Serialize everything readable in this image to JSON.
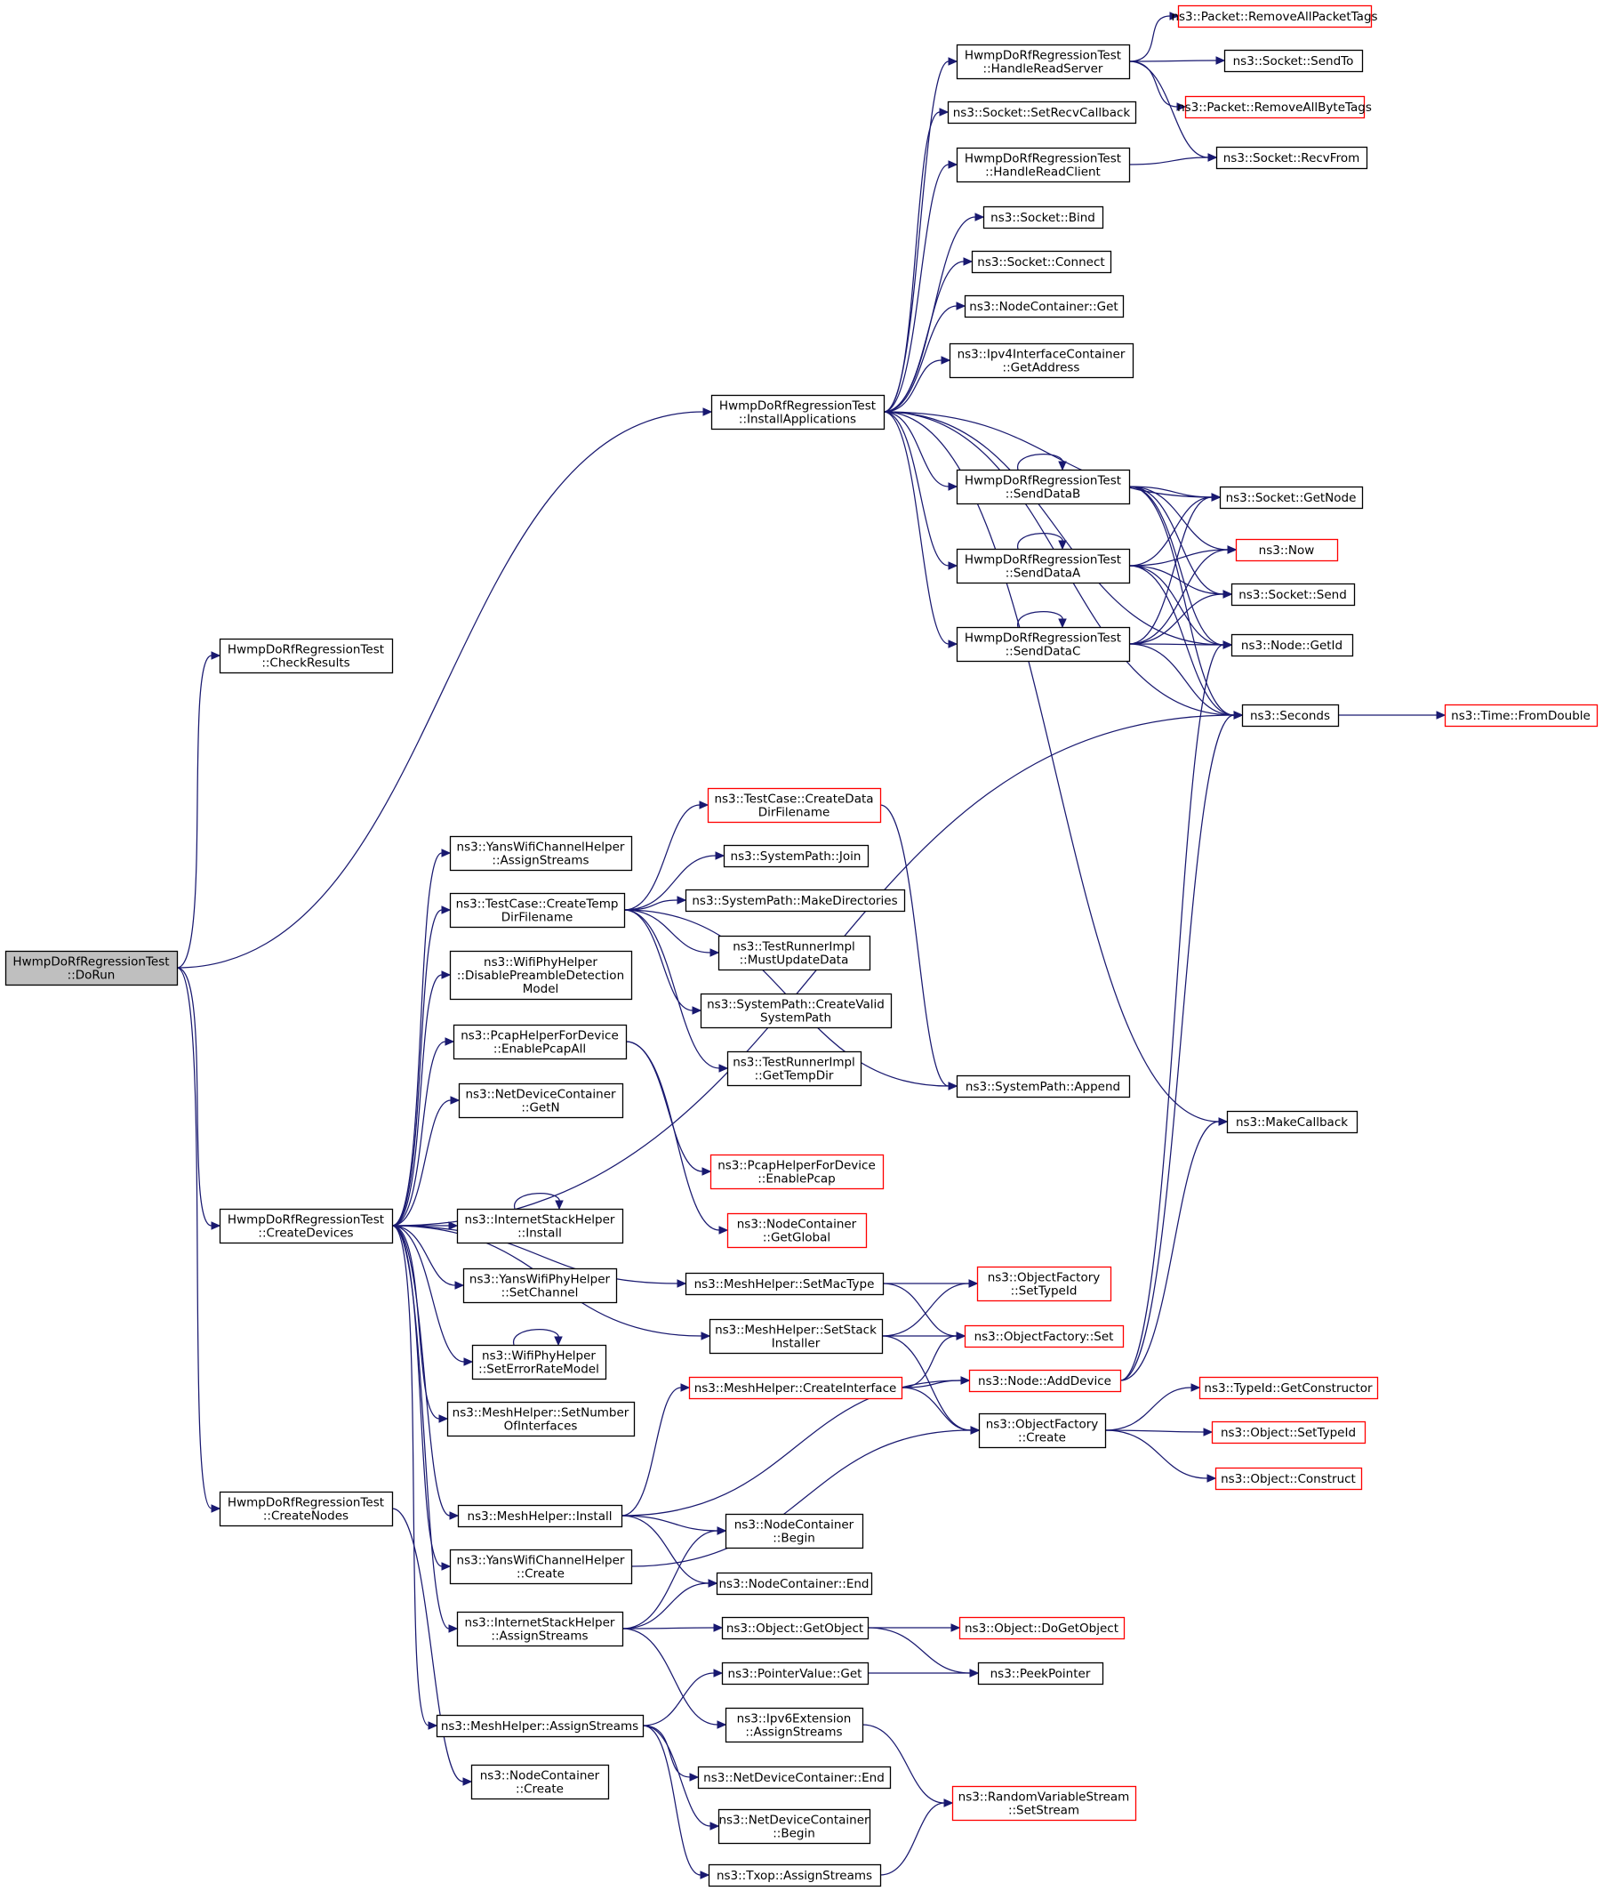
{
  "colors": {
    "edge": "#191970",
    "border_default": "#000000",
    "border_incomplete": "#ff0000",
    "root_fill": "#bfbfbf",
    "node_fill": "#ffffff"
  },
  "nodes": [
    {
      "id": "dorun",
      "lines": [
        "HwmpDoRfRegressionTest",
        "::DoRun"
      ],
      "style": "root"
    },
    {
      "id": "checkresults",
      "lines": [
        "HwmpDoRfRegressionTest",
        "::CheckResults"
      ],
      "style": "normal"
    },
    {
      "id": "createdevices",
      "lines": [
        "HwmpDoRfRegressionTest",
        "::CreateDevices"
      ],
      "style": "normal"
    },
    {
      "id": "createnodes",
      "lines": [
        "HwmpDoRfRegressionTest",
        "::CreateNodes"
      ],
      "style": "normal"
    },
    {
      "id": "installapps",
      "lines": [
        "HwmpDoRfRegressionTest",
        "::InstallApplications"
      ],
      "style": "normal"
    },
    {
      "id": "handlereadserver",
      "lines": [
        "HwmpDoRfRegressionTest",
        "::HandleReadServer"
      ],
      "style": "normal"
    },
    {
      "id": "removeallpackettags",
      "lines": [
        "ns3::Packet::RemoveAllPacketTags"
      ],
      "style": "red"
    },
    {
      "id": "sendto",
      "lines": [
        "ns3::Socket::SendTo"
      ],
      "style": "normal"
    },
    {
      "id": "removeallbytetags",
      "lines": [
        "ns3::Packet::RemoveAllByteTags"
      ],
      "style": "red"
    },
    {
      "id": "setrecvcallback",
      "lines": [
        "ns3::Socket::SetRecvCallback"
      ],
      "style": "normal"
    },
    {
      "id": "handlereadclient",
      "lines": [
        "HwmpDoRfRegressionTest",
        "::HandleReadClient"
      ],
      "style": "normal"
    },
    {
      "id": "recvfrom",
      "lines": [
        "ns3::Socket::RecvFrom"
      ],
      "style": "normal"
    },
    {
      "id": "bind",
      "lines": [
        "ns3::Socket::Bind"
      ],
      "style": "normal"
    },
    {
      "id": "connect",
      "lines": [
        "ns3::Socket::Connect"
      ],
      "style": "normal"
    },
    {
      "id": "ncget",
      "lines": [
        "ns3::NodeContainer::Get"
      ],
      "style": "normal"
    },
    {
      "id": "getaddress",
      "lines": [
        "ns3::Ipv4InterfaceContainer",
        "::GetAddress"
      ],
      "style": "normal"
    },
    {
      "id": "senddatab",
      "lines": [
        "HwmpDoRfRegressionTest",
        "::SendDataB"
      ],
      "style": "normal"
    },
    {
      "id": "senddataa",
      "lines": [
        "HwmpDoRfRegressionTest",
        "::SendDataA"
      ],
      "style": "normal"
    },
    {
      "id": "senddatac",
      "lines": [
        "HwmpDoRfRegressionTest",
        "::SendDataC"
      ],
      "style": "normal"
    },
    {
      "id": "getnode",
      "lines": [
        "ns3::Socket::GetNode"
      ],
      "style": "normal"
    },
    {
      "id": "now",
      "lines": [
        "ns3::Now"
      ],
      "style": "red"
    },
    {
      "id": "socketsend",
      "lines": [
        "ns3::Socket::Send"
      ],
      "style": "normal"
    },
    {
      "id": "nodegetid",
      "lines": [
        "ns3::Node::GetId"
      ],
      "style": "normal"
    },
    {
      "id": "seconds",
      "lines": [
        "ns3::Seconds"
      ],
      "style": "normal"
    },
    {
      "id": "fromdouble",
      "lines": [
        "ns3::Time::FromDouble"
      ],
      "style": "red"
    },
    {
      "id": "makecallback",
      "lines": [
        "ns3::MakeCallback"
      ],
      "style": "normal"
    },
    {
      "id": "yanschanassign",
      "lines": [
        "ns3::YansWifiChannelHelper",
        "::AssignStreams"
      ],
      "style": "normal"
    },
    {
      "id": "createtempdir",
      "lines": [
        "ns3::TestCase::CreateTemp",
        "DirFilename"
      ],
      "style": "normal"
    },
    {
      "id": "createdatadir",
      "lines": [
        "ns3::TestCase::CreateData",
        "DirFilename"
      ],
      "style": "red"
    },
    {
      "id": "join",
      "lines": [
        "ns3::SystemPath::Join"
      ],
      "style": "normal"
    },
    {
      "id": "makedirs",
      "lines": [
        "ns3::SystemPath::MakeDirectories"
      ],
      "style": "normal"
    },
    {
      "id": "mustupdate",
      "lines": [
        "ns3::TestRunnerImpl",
        "::MustUpdateData"
      ],
      "style": "normal"
    },
    {
      "id": "createvalid",
      "lines": [
        "ns3::SystemPath::CreateValid",
        "SystemPath"
      ],
      "style": "normal"
    },
    {
      "id": "gettempdir",
      "lines": [
        "ns3::TestRunnerImpl",
        "::GetTempDir"
      ],
      "style": "normal"
    },
    {
      "id": "append",
      "lines": [
        "ns3::SystemPath::Append"
      ],
      "style": "normal"
    },
    {
      "id": "disablepreamble",
      "lines": [
        "ns3::WifiPhyHelper",
        "::DisablePreambleDetection",
        "Model"
      ],
      "style": "normal"
    },
    {
      "id": "enablepcapall",
      "lines": [
        "ns3::PcapHelperForDevice",
        "::EnablePcapAll"
      ],
      "style": "normal"
    },
    {
      "id": "enablepcap",
      "lines": [
        "ns3::PcapHelperForDevice",
        "::EnablePcap"
      ],
      "style": "red"
    },
    {
      "id": "getglobal",
      "lines": [
        "ns3::NodeContainer",
        "::GetGlobal"
      ],
      "style": "red"
    },
    {
      "id": "getn",
      "lines": [
        "ns3::NetDeviceContainer",
        "::GetN"
      ],
      "style": "normal"
    },
    {
      "id": "inetinstall",
      "lines": [
        "ns3::InternetStackHelper",
        "::Install"
      ],
      "style": "normal"
    },
    {
      "id": "setchannel",
      "lines": [
        "ns3::YansWifiPhyHelper",
        "::SetChannel"
      ],
      "style": "normal"
    },
    {
      "id": "seterrorrate",
      "lines": [
        "ns3::WifiPhyHelper",
        "::SetErrorRateModel"
      ],
      "style": "normal"
    },
    {
      "id": "setnumif",
      "lines": [
        "ns3::MeshHelper::SetNumber",
        "OfInterfaces"
      ],
      "style": "normal"
    },
    {
      "id": "meshinstall",
      "lines": [
        "ns3::MeshHelper::Install"
      ],
      "style": "normal"
    },
    {
      "id": "yanschancreate",
      "lines": [
        "ns3::YansWifiChannelHelper",
        "::Create"
      ],
      "style": "normal"
    },
    {
      "id": "inetassign",
      "lines": [
        "ns3::InternetStackHelper",
        "::AssignStreams"
      ],
      "style": "normal"
    },
    {
      "id": "meshassign",
      "lines": [
        "ns3::MeshHelper::AssignStreams"
      ],
      "style": "normal"
    },
    {
      "id": "nccreate",
      "lines": [
        "ns3::NodeContainer",
        "::Create"
      ],
      "style": "normal"
    },
    {
      "id": "setmactype",
      "lines": [
        "ns3::MeshHelper::SetMacType"
      ],
      "style": "normal"
    },
    {
      "id": "setstackinstaller",
      "lines": [
        "ns3::MeshHelper::SetStack",
        "Installer"
      ],
      "style": "normal"
    },
    {
      "id": "createinterface",
      "lines": [
        "ns3::MeshHelper::CreateInterface"
      ],
      "style": "red"
    },
    {
      "id": "settypeid",
      "lines": [
        "ns3::ObjectFactory",
        "::SetTypeId"
      ],
      "style": "red"
    },
    {
      "id": "ofset",
      "lines": [
        "ns3::ObjectFactory::Set"
      ],
      "style": "red"
    },
    {
      "id": "adddevice",
      "lines": [
        "ns3::Node::AddDevice"
      ],
      "style": "red"
    },
    {
      "id": "ofcreate",
      "lines": [
        "ns3::ObjectFactory",
        "::Create"
      ],
      "style": "normal"
    },
    {
      "id": "getconstructor",
      "lines": [
        "ns3::TypeId::GetConstructor"
      ],
      "style": "red"
    },
    {
      "id": "objsettypeid",
      "lines": [
        "ns3::Object::SetTypeId"
      ],
      "style": "red"
    },
    {
      "id": "objconstruct",
      "lines": [
        "ns3::Object::Construct"
      ],
      "style": "red"
    },
    {
      "id": "ncbegin",
      "lines": [
        "ns3::NodeContainer",
        "::Begin"
      ],
      "style": "normal"
    },
    {
      "id": "ncend",
      "lines": [
        "ns3::NodeContainer::End"
      ],
      "style": "normal"
    },
    {
      "id": "getobject",
      "lines": [
        "ns3::Object::GetObject"
      ],
      "style": "normal"
    },
    {
      "id": "dogetobject",
      "lines": [
        "ns3::Object::DoGetObject"
      ],
      "style": "red"
    },
    {
      "id": "pointerget",
      "lines": [
        "ns3::PointerValue::Get"
      ],
      "style": "normal"
    },
    {
      "id": "peekpointer",
      "lines": [
        "ns3::PeekPointer"
      ],
      "style": "normal"
    },
    {
      "id": "ipv6ext",
      "lines": [
        "ns3::Ipv6Extension",
        "::AssignStreams"
      ],
      "style": "normal"
    },
    {
      "id": "rvsetstream",
      "lines": [
        "ns3::RandomVariableStream",
        "::SetStream"
      ],
      "style": "red"
    },
    {
      "id": "ndcend",
      "lines": [
        "ns3::NetDeviceContainer::End"
      ],
      "style": "normal"
    },
    {
      "id": "ndcbegin",
      "lines": [
        "ns3::NetDeviceContainer",
        "::Begin"
      ],
      "style": "normal"
    },
    {
      "id": "txopassign",
      "lines": [
        "ns3::Txop::AssignStreams"
      ],
      "style": "normal"
    }
  ],
  "edges": [
    [
      "dorun",
      "checkresults"
    ],
    [
      "dorun",
      "createdevices"
    ],
    [
      "dorun",
      "createnodes"
    ],
    [
      "dorun",
      "installapps"
    ],
    [
      "installapps",
      "handlereadserver"
    ],
    [
      "installapps",
      "setrecvcallback"
    ],
    [
      "installapps",
      "handlereadclient"
    ],
    [
      "installapps",
      "bind"
    ],
    [
      "installapps",
      "connect"
    ],
    [
      "installapps",
      "ncget"
    ],
    [
      "installapps",
      "getaddress"
    ],
    [
      "installapps",
      "senddatab"
    ],
    [
      "installapps",
      "senddataa"
    ],
    [
      "installapps",
      "senddatac"
    ],
    [
      "installapps",
      "getnode"
    ],
    [
      "installapps",
      "nodegetid"
    ],
    [
      "installapps",
      "seconds"
    ],
    [
      "installapps",
      "makecallback"
    ],
    [
      "handlereadserver",
      "removeallpackettags"
    ],
    [
      "handlereadserver",
      "sendto"
    ],
    [
      "handlereadserver",
      "removeallbytetags"
    ],
    [
      "handlereadserver",
      "recvfrom"
    ],
    [
      "handlereadclient",
      "recvfrom"
    ],
    [
      "senddatab",
      "senddatab"
    ],
    [
      "senddatab",
      "getnode"
    ],
    [
      "senddatab",
      "now"
    ],
    [
      "senddatab",
      "socketsend"
    ],
    [
      "senddatab",
      "nodegetid"
    ],
    [
      "senddatab",
      "seconds"
    ],
    [
      "senddataa",
      "senddataa"
    ],
    [
      "senddataa",
      "getnode"
    ],
    [
      "senddataa",
      "now"
    ],
    [
      "senddataa",
      "socketsend"
    ],
    [
      "senddataa",
      "nodegetid"
    ],
    [
      "senddataa",
      "seconds"
    ],
    [
      "senddatac",
      "senddatac"
    ],
    [
      "senddatac",
      "getnode"
    ],
    [
      "senddatac",
      "now"
    ],
    [
      "senddatac",
      "socketsend"
    ],
    [
      "senddatac",
      "nodegetid"
    ],
    [
      "senddatac",
      "seconds"
    ],
    [
      "seconds",
      "fromdouble"
    ],
    [
      "createdevices",
      "seconds"
    ],
    [
      "createdevices",
      "yanschanassign"
    ],
    [
      "createdevices",
      "createtempdir"
    ],
    [
      "createdevices",
      "disablepreamble"
    ],
    [
      "createdevices",
      "enablepcapall"
    ],
    [
      "createdevices",
      "getn"
    ],
    [
      "createdevices",
      "inetinstall"
    ],
    [
      "createdevices",
      "setchannel"
    ],
    [
      "createdevices",
      "seterrorrate"
    ],
    [
      "createdevices",
      "setnumif"
    ],
    [
      "createdevices",
      "meshinstall"
    ],
    [
      "createdevices",
      "yanschancreate"
    ],
    [
      "createdevices",
      "inetassign"
    ],
    [
      "createdevices",
      "meshassign"
    ],
    [
      "createdevices",
      "setmactype"
    ],
    [
      "createdevices",
      "setstackinstaller"
    ],
    [
      "createtempdir",
      "createdatadir"
    ],
    [
      "createtempdir",
      "join"
    ],
    [
      "createtempdir",
      "makedirs"
    ],
    [
      "createtempdir",
      "mustupdate"
    ],
    [
      "createtempdir",
      "createvalid"
    ],
    [
      "createtempdir",
      "gettempdir"
    ],
    [
      "createtempdir",
      "append"
    ],
    [
      "createdatadir",
      "append"
    ],
    [
      "enablepcapall",
      "enablepcap"
    ],
    [
      "enablepcapall",
      "getglobal"
    ],
    [
      "inetinstall",
      "inetinstall"
    ],
    [
      "seterrorrate",
      "seterrorrate"
    ],
    [
      "setmactype",
      "settypeid"
    ],
    [
      "setmactype",
      "ofset"
    ],
    [
      "setstackinstaller",
      "settypeid"
    ],
    [
      "setstackinstaller",
      "ofset"
    ],
    [
      "setstackinstaller",
      "ofcreate"
    ],
    [
      "createinterface",
      "ofset"
    ],
    [
      "createinterface",
      "adddevice"
    ],
    [
      "createinterface",
      "ofcreate"
    ],
    [
      "adddevice",
      "nodegetid"
    ],
    [
      "adddevice",
      "seconds"
    ],
    [
      "adddevice",
      "makecallback"
    ],
    [
      "ofcreate",
      "getconstructor"
    ],
    [
      "ofcreate",
      "objsettypeid"
    ],
    [
      "ofcreate",
      "objconstruct"
    ],
    [
      "meshinstall",
      "createinterface"
    ],
    [
      "meshinstall",
      "adddevice"
    ],
    [
      "meshinstall",
      "ncbegin"
    ],
    [
      "meshinstall",
      "ncend"
    ],
    [
      "yanschancreate",
      "ofcreate"
    ],
    [
      "inetassign",
      "ncbegin"
    ],
    [
      "inetassign",
      "ncend"
    ],
    [
      "inetassign",
      "getobject"
    ],
    [
      "inetassign",
      "ipv6ext"
    ],
    [
      "getobject",
      "dogetobject"
    ],
    [
      "getobject",
      "peekpointer"
    ],
    [
      "pointerget",
      "peekpointer"
    ],
    [
      "ipv6ext",
      "rvsetstream"
    ],
    [
      "meshassign",
      "pointerget"
    ],
    [
      "meshassign",
      "ndcend"
    ],
    [
      "meshassign",
      "ndcbegin"
    ],
    [
      "meshassign",
      "txopassign"
    ],
    [
      "txopassign",
      "rvsetstream"
    ],
    [
      "createnodes",
      "nccreate"
    ]
  ]
}
